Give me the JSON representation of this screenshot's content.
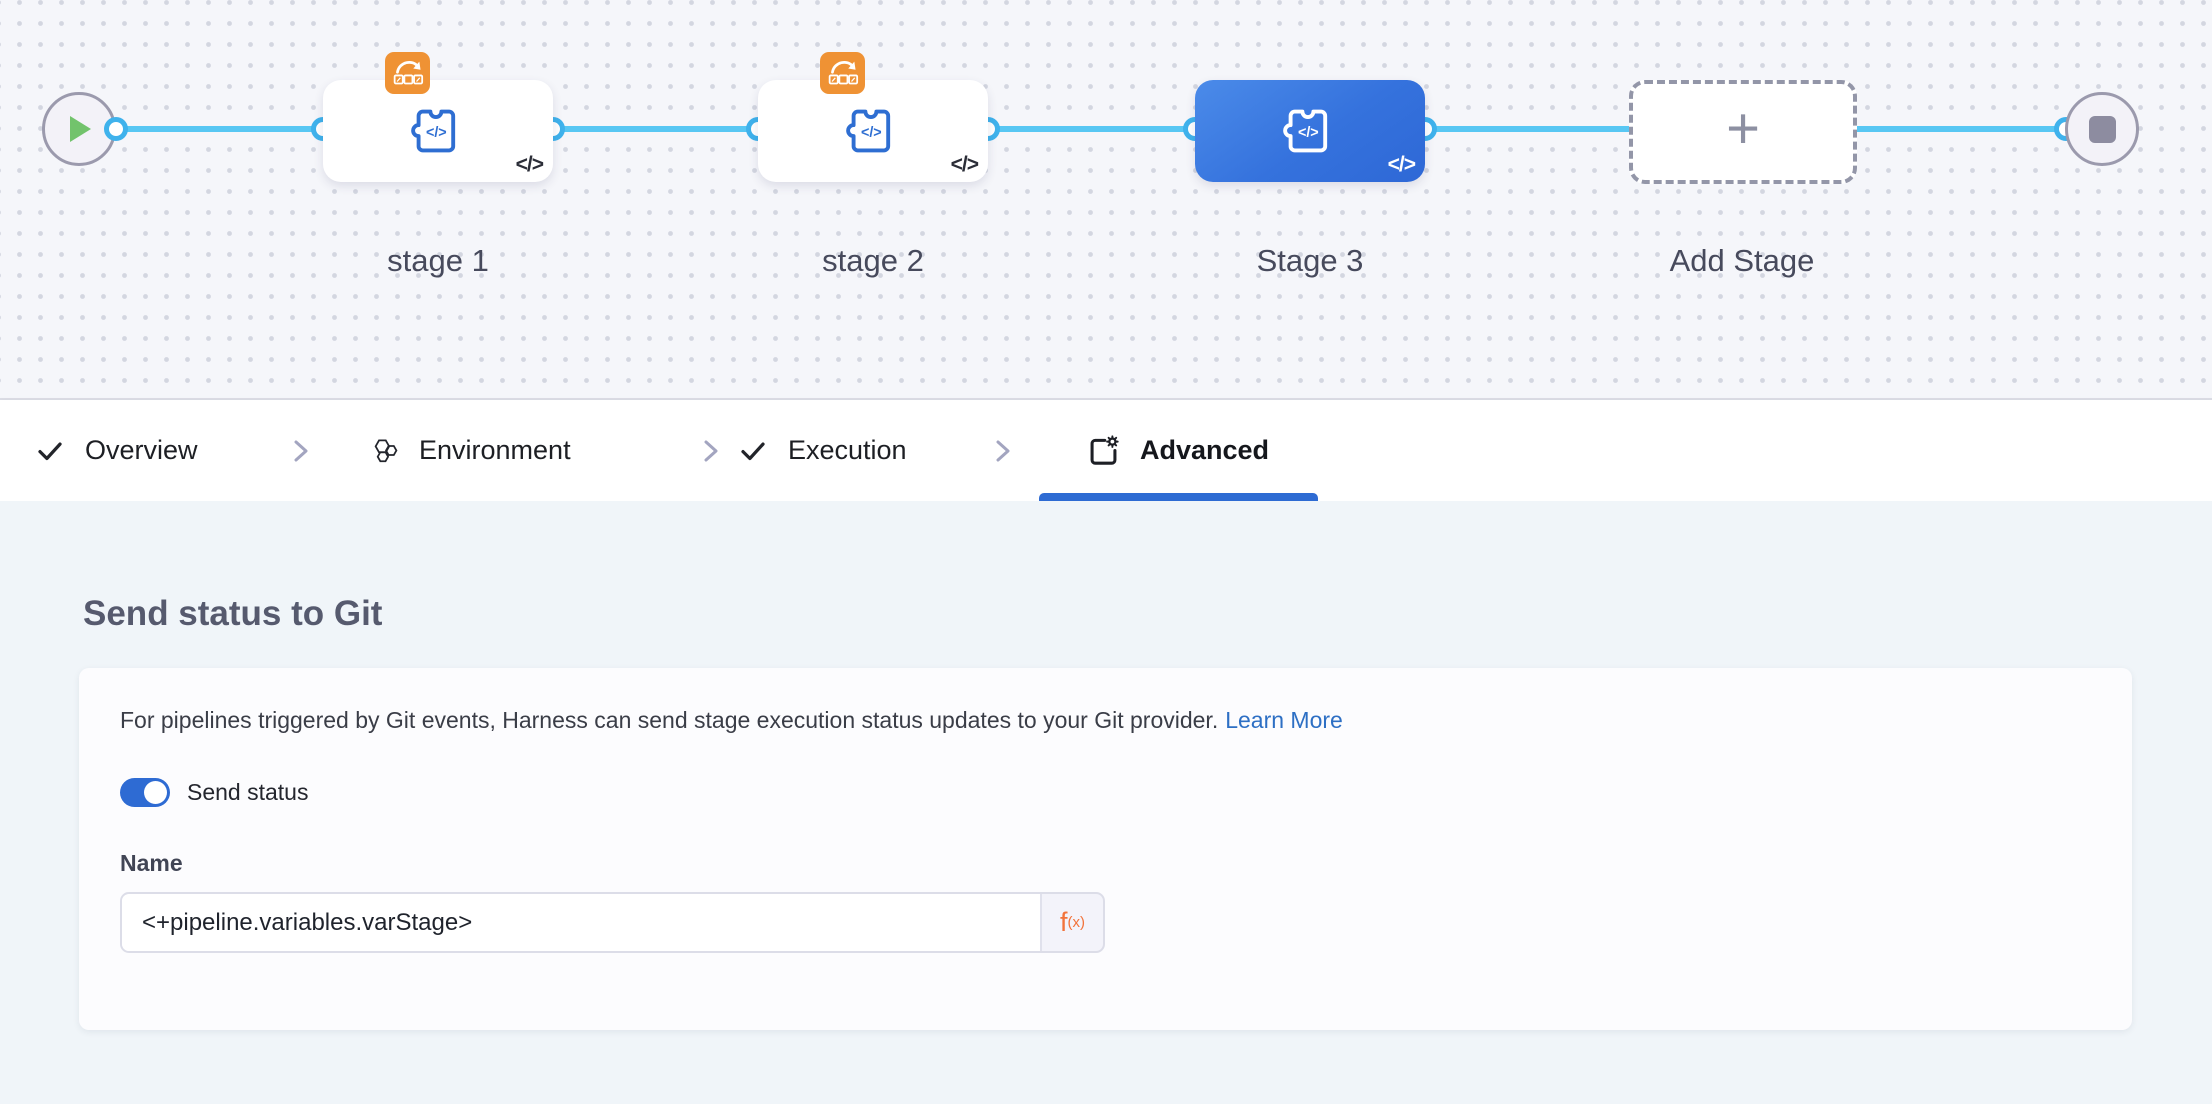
{
  "pipeline_canvas": {
    "stages": [
      {
        "label": "stage 1",
        "kind": "custom",
        "selected": false,
        "has_rolling_badge": true
      },
      {
        "label": "stage 2",
        "kind": "custom",
        "selected": false,
        "has_rolling_badge": true
      },
      {
        "label": "Stage 3",
        "kind": "custom",
        "selected": true,
        "has_rolling_badge": false
      },
      {
        "label": "Add Stage",
        "kind": "add-stage",
        "selected": false,
        "has_rolling_badge": false
      }
    ],
    "code_badge": "</>",
    "add_plus": "+"
  },
  "tab_bar": {
    "tabs": [
      {
        "label": "Overview",
        "icon": "check-icon",
        "active": false
      },
      {
        "label": "Environment",
        "icon": "hexagons-icon",
        "active": false
      },
      {
        "label": "Execution",
        "icon": "check-icon",
        "active": false
      },
      {
        "label": "Advanced",
        "icon": "box-gear-icon",
        "active": true
      }
    ]
  },
  "advanced_panel": {
    "section_title": "Send status to Git",
    "description": "For pipelines triggered by Git events, Harness can send stage execution status updates to your Git provider.",
    "learn_more_label": "Learn More",
    "send_status": {
      "label": "Send status",
      "enabled": true
    },
    "name_field": {
      "label": "Name",
      "value": "<+pipeline.variables.varStage>",
      "expression_button": {
        "f": "f",
        "sub": "(x)"
      }
    }
  },
  "colors": {
    "connector_blue": "#58c7f3",
    "port_blue": "#3fb2ec",
    "selected_stage_gradient_start": "#4b8be9",
    "selected_stage_gradient_end": "#2e68d6",
    "stage_icon_blue": "#2e6ed2",
    "rolling_badge_orange": "#ef9234",
    "active_tab_blue": "#2e6bd3",
    "link_blue": "#2d6fc4",
    "toggle_blue": "#2e6bd3",
    "expression_orange": "#f2733b",
    "play_green": "#72c36c",
    "end_square_gray": "#8d8ca0"
  }
}
